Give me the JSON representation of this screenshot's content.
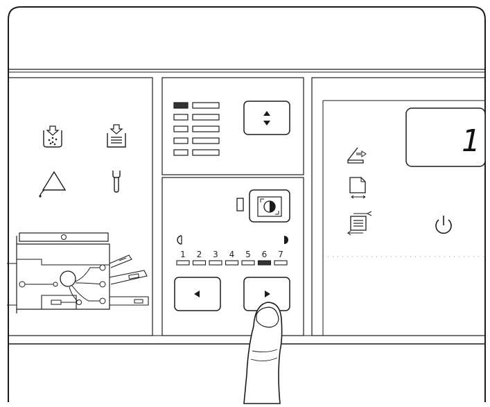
{
  "panel": {
    "density": {
      "levels": [
        "1",
        "2",
        "3",
        "4",
        "5",
        "6",
        "7"
      ],
      "selected_level": 6
    },
    "paper_tray": {
      "rows": 5,
      "selected_row": 1
    },
    "copy_count": {
      "display_value": "1"
    }
  },
  "icons": {
    "toner_add": "toner-add-icon",
    "paper_add": "paper-add-icon",
    "paper_jam": "paper-jam-warning-icon",
    "service": "wrench-icon",
    "scan": "scanner-lid-icon",
    "paper_size": "paper-size-icon",
    "feed": "feed-direction-icon",
    "power": "power-icon"
  },
  "colors": {
    "ink": "#1a1a1a",
    "panel_bg": "#ffffff",
    "indicator_on": "#333333"
  }
}
